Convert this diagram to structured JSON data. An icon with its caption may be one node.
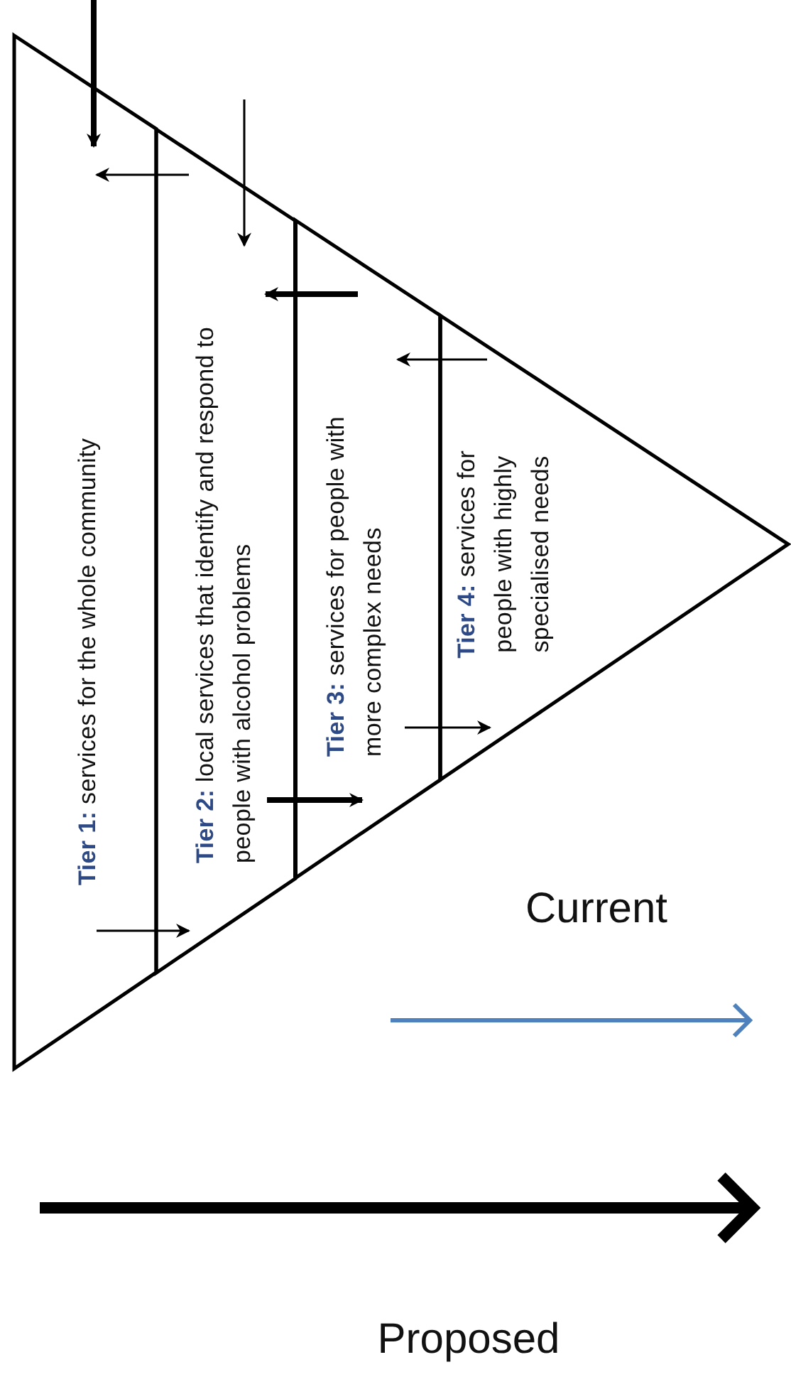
{
  "diagram": {
    "nodes": [
      {
        "text": [
          "**Tier 1:** services for the whole community"
        ]
      },
      {
        "text": [
          "**Tier 2:** local services that identify and respond to people with alcohol problems"
        ]
      },
      {
        "text": [
          "**Tier 3:** services for people with more complex needs"
        ]
      },
      {
        "text": [
          "**Tier 4:** services for people with highly specialised needs"
        ]
      }
    ],
    "edges": [
      {
        "from": null,
        "to": 0,
        "arrow": "to",
        "style": "thick"
      },
      {
        "from": 1,
        "to": 0,
        "arrow": "to"
      },
      {
        "from": null,
        "to": 1,
        "arrow": "to"
      },
      {
        "from": 2,
        "to": 1,
        "arrow": "to",
        "style": "thick"
      },
      {
        "from": 3,
        "to": 2,
        "arrow": "to"
      },
      {
        "from": 2,
        "to": 3,
        "arrow": "to"
      },
      {
        "from": 1,
        "to": 2,
        "arrow": "to",
        "style": "thick"
      },
      {
        "from": 0,
        "to": 1,
        "arrow": "to"
      }
    ],
    "labels": [
      "Current",
      "Proposed"
    ]
  }
}
